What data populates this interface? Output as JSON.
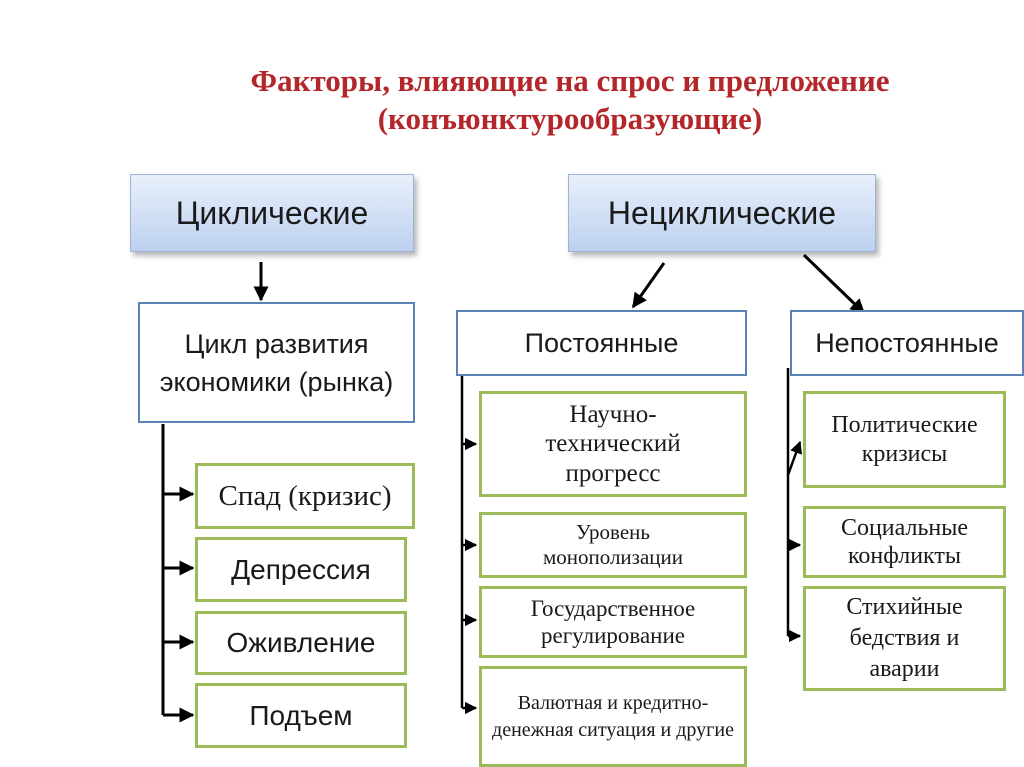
{
  "title": "Факторы, влияющие на спрос и предложение (конъюнктурообразующие)",
  "cyclic": {
    "label": "Циклические",
    "sub": "Цикл развития экономики (рынка)",
    "phases": [
      "Спад (кризис)",
      "Депрессия",
      "Оживление",
      "Подъем"
    ]
  },
  "noncyclic": {
    "label": "Нециклические",
    "permanent": {
      "label": "Постоянные",
      "items": [
        "Научно-технический прогресс",
        "Уровень монополизации",
        "Государственное регулирование",
        "Валютная и кредитно-денежная ситуация и другие"
      ]
    },
    "nonpermanent": {
      "label": "Непостоянные",
      "items": [
        "Политические кризисы",
        "Социальные конфликты",
        "Стихийные бедствия и аварии"
      ]
    }
  }
}
